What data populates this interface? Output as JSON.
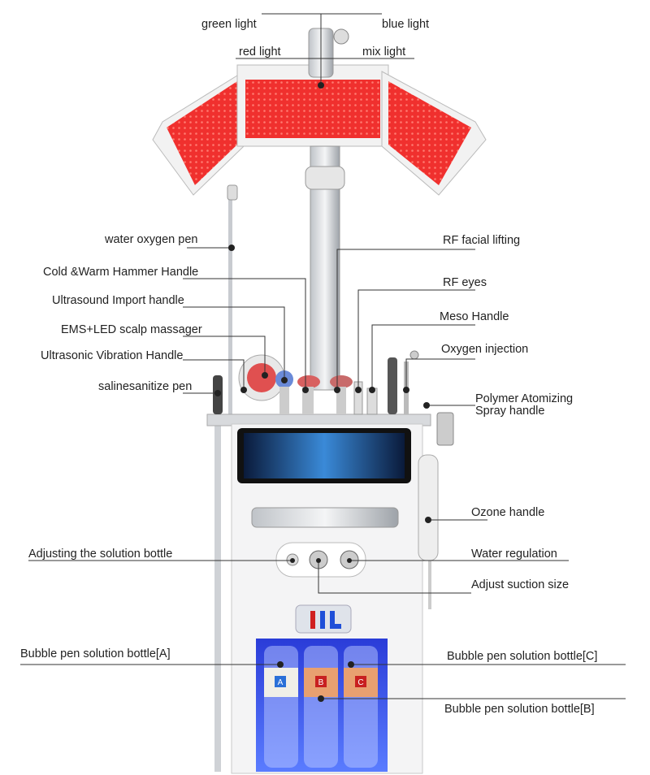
{
  "labels": {
    "green_light": "green light",
    "blue_light": "blue light",
    "red_light": "red light",
    "mix_light": "mix light",
    "water_oxygen_pen": "water oxygen pen",
    "cold_warm_hammer": "Cold &Warm Hammer Handle",
    "ultrasound_import": "Ultrasound Import handle",
    "ems_led_scalp": "EMS+LED scalp massager",
    "ultrasonic_vibration": "Ultrasonic Vibration Handle",
    "saline_sanitize_pen": "salinesanitize pen",
    "rf_facial_lifting": "RF facial lifting",
    "rf_eyes": "RF eyes",
    "meso_handle": "Meso Handle",
    "oxygen_injection": "Oxygen injection",
    "polymer_atomizing_line1": "Polymer Atomizing",
    "polymer_atomizing_line2": "Spray handle",
    "ozone_handle": "Ozone handle",
    "adjusting_solution_bottle": "Adjusting the solution bottle",
    "water_regulation": "Water regulation",
    "adjust_suction_size": "Adjust suction size",
    "bubble_bottle_a": "Bubble pen solution bottle[A]",
    "bubble_bottle_c": "Bubble pen solution bottle[C]",
    "bubble_bottle_b": "Bubble pen solution bottle[B]"
  },
  "bottles": {
    "a": "A",
    "b": "B",
    "c": "C"
  },
  "colors": {
    "led_red": "#f0302e",
    "bottle_light": "#3a5cff",
    "leader": "#333333"
  }
}
